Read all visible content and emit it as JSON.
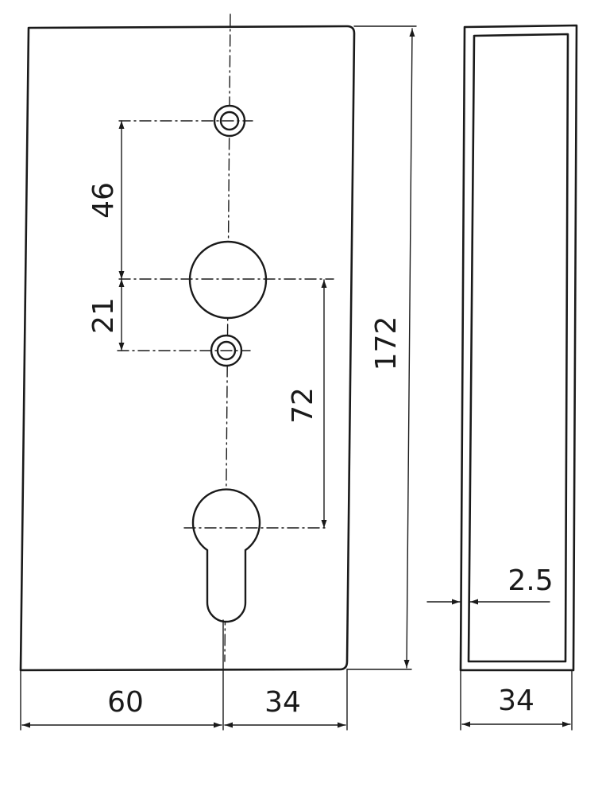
{
  "drawing": {
    "front_view": {
      "width_left_label": "60",
      "width_right_label": "34",
      "height_label": "172",
      "upper_spacing_label": "46",
      "lower_spacing_label": "21",
      "cylinder_spacing_label": "72"
    },
    "side_view": {
      "thickness_label": "2.5",
      "width_label": "34"
    }
  }
}
